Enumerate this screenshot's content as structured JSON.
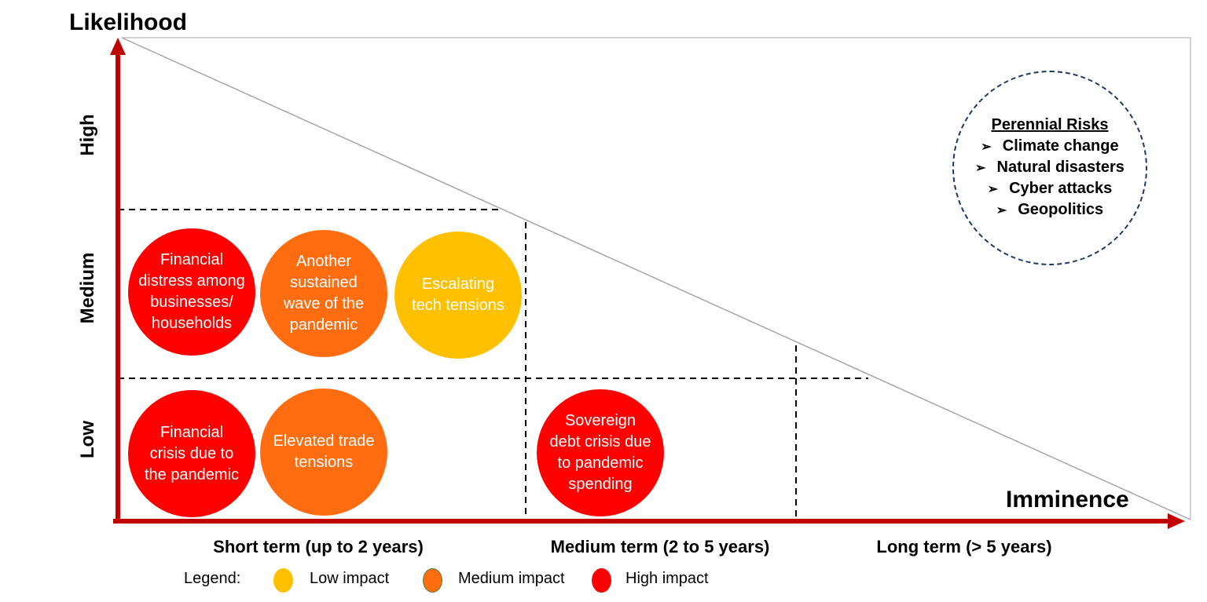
{
  "axes": {
    "y_title": "Likelihood",
    "x_title": "Imminence",
    "y_levels": [
      "High",
      "Medium",
      "Low"
    ],
    "x_periods": [
      "Short term (up to 2 years)",
      "Medium term (2 to 5 years)",
      "Long term (> 5 years)"
    ]
  },
  "risks": [
    {
      "label": "Financial\ndistress among\nbusinesses/\nhouseholds",
      "impact": "High",
      "likelihood": "Medium",
      "term": "Short term"
    },
    {
      "label": "Another\nsustained\nwave of the\npandemic",
      "impact": "Medium",
      "likelihood": "Medium",
      "term": "Short term"
    },
    {
      "label": "Escalating\ntech tensions",
      "impact": "Low",
      "likelihood": "Medium",
      "term": "Short term"
    },
    {
      "label": "Financial\ncrisis due to\nthe pandemic",
      "impact": "High",
      "likelihood": "Low",
      "term": "Short term"
    },
    {
      "label": "Elevated trade\ntensions",
      "impact": "Medium",
      "likelihood": "Low",
      "term": "Short term"
    },
    {
      "label": "Sovereign\ndebt crisis due\nto pandemic\nspending",
      "impact": "High",
      "likelihood": "Low",
      "term": "Medium term"
    }
  ],
  "perennial": {
    "title": "Perennial Risks",
    "bullet": "➢",
    "items": [
      "Climate change",
      "Natural disasters",
      "Cyber attacks",
      "Geopolitics"
    ]
  },
  "legend": {
    "label": "Legend:",
    "items": [
      {
        "label": "Low impact",
        "color": "#ffc000"
      },
      {
        "label": "Medium impact",
        "color": "#ff6d10"
      },
      {
        "label": "High impact",
        "color": "#ff0000"
      }
    ]
  },
  "colors": {
    "axis": "#c00000",
    "perennial_border": "#1f3864"
  }
}
